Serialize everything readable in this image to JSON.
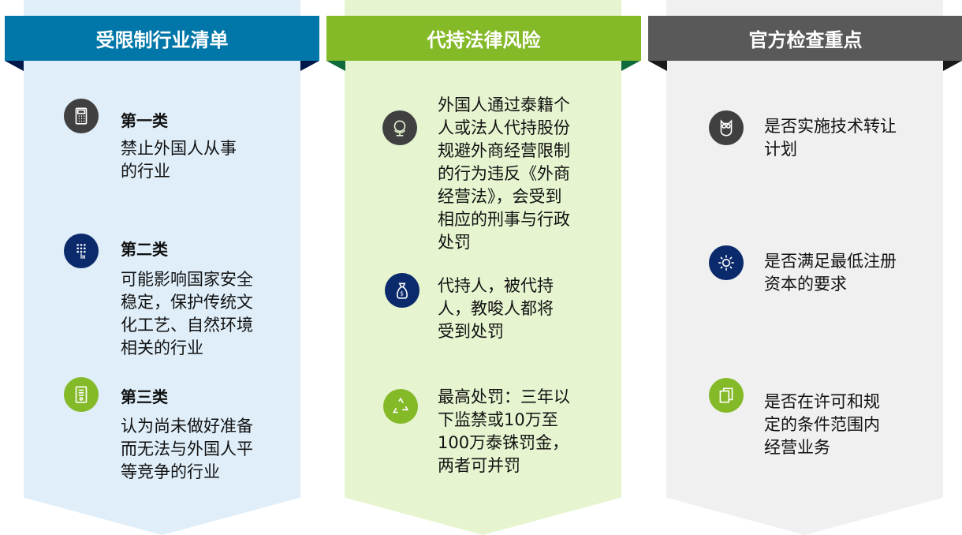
{
  "columns": [
    {
      "title": "受限制行业清单",
      "color": "#0077A8",
      "fold": "#00174A",
      "bg": "#DFEEF9",
      "items": [
        {
          "icon": "calculator-icon",
          "heading": "第一类",
          "lines": [
            "禁止外国人从事",
            "的行业"
          ]
        },
        {
          "icon": "keypad-icon",
          "heading": "第二类",
          "lines": [
            "可能影响国家安全",
            "稳定，保护传统文",
            "化工艺、自然环境",
            "相关的行业"
          ]
        },
        {
          "icon": "document-icon",
          "heading": "第三类",
          "lines": [
            "认为尚未做好准备",
            "而无法与外国人平",
            "等竞争的行业"
          ]
        }
      ]
    },
    {
      "title": "代持法律风险",
      "color": "#84B928",
      "fold": "#0F6A3C",
      "bg": "#E6F4D0",
      "items": [
        {
          "icon": "globe-icon",
          "lines": [
            "外国人通过泰籍个",
            "人或法人代持股份",
            "规避外商经营限制",
            "的行为违反《外商",
            "经营法》，会受到",
            "相应的刑事与行政",
            "处罚"
          ]
        },
        {
          "icon": "money-bag-icon",
          "lines": [
            "代持人，被代持",
            "人，教唆人都将",
            "受到处罚"
          ]
        },
        {
          "icon": "recycle-icon",
          "lines": [
            "最高处罚：三年以",
            "下监禁或10万至",
            "100万泰铢罚金，",
            "两者可并罚"
          ]
        }
      ]
    },
    {
      "title": "官方检查重点",
      "color": "#595959",
      "fold": "#1A1A1A",
      "bg": "#F0F0F0",
      "items": [
        {
          "icon": "owl-icon",
          "lines": [
            "是否实施技术转让",
            "计划"
          ]
        },
        {
          "icon": "lightbulb-icon",
          "lines": [
            "是否满足最低注册",
            "资本的要求"
          ]
        },
        {
          "icon": "copy-documents-icon",
          "lines": [
            "是否在许可和规",
            "定的条件范围内",
            "经营业务"
          ]
        }
      ]
    }
  ]
}
